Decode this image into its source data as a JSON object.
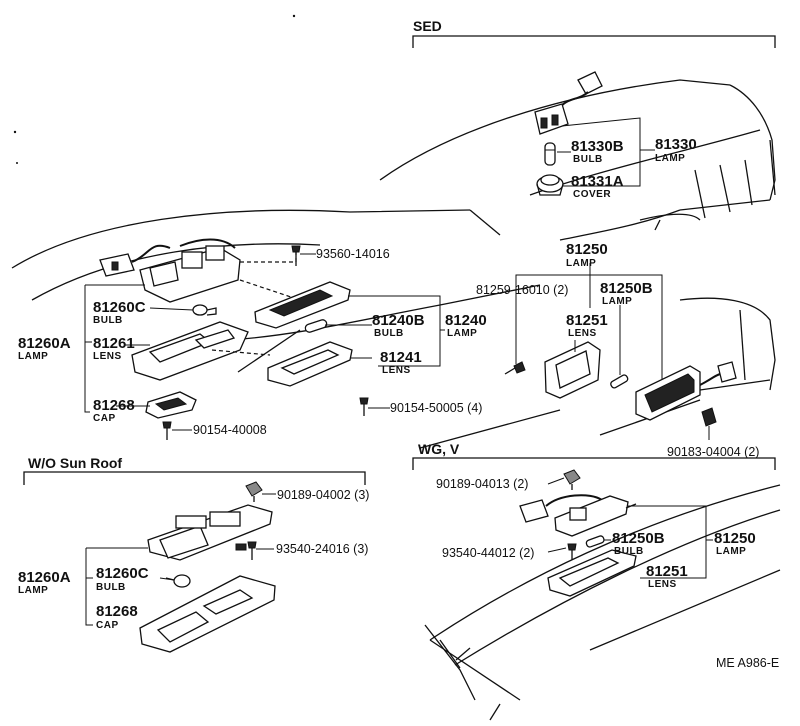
{
  "sections": {
    "sed": "SED",
    "wo_sun_roof": "W/O  Sun Roof",
    "wg_v": "WG, V"
  },
  "labels": {
    "p81330b": "81330B",
    "p81330b_sub": "BULB",
    "p81330": "81330",
    "p81330_sub": "LAMP",
    "p81331a": "81331A",
    "p81331a_sub": "COVER",
    "p93560": "93560-14016",
    "p81250_top": "81250",
    "p81250_top_sub": "LAMP",
    "p81259": "81259-16010 (2)",
    "p81250b_top": "81250B",
    "p81250b_top_sub": "LAMP",
    "p81251_top": "81251",
    "p81251_top_sub": "LENS",
    "p81260c_top": "81260C",
    "p81260c_top_sub": "BULB",
    "p81260a_top": "81260A",
    "p81260a_top_sub": "LAMP",
    "p81261": "81261",
    "p81261_sub": "LENS",
    "p81240b": "81240B",
    "p81240b_sub": "BULB",
    "p81240": "81240",
    "p81240_sub": "LAMP",
    "p81241": "81241",
    "p81241_sub": "LENS",
    "p90154_50005": "90154-50005 (4)",
    "p81268_top": "81268",
    "p81268_top_sub": "CAP",
    "p90154_40008": "90154-40008",
    "p90183": "90183-04004 (2)",
    "p90189_wg": "90189-04013 (2)",
    "p90189_wo": "90189-04002 (3)",
    "p93540_24016": "93540-24016 (3)",
    "p81260a_bot": "81260A",
    "p81260a_bot_sub": "LAMP",
    "p81260c_bot": "81260C",
    "p81260c_bot_sub": "BULB",
    "p81268_bot": "81268",
    "p81268_bot_sub": "CAP",
    "p93540_44012": "93540-44012 (2)",
    "p81250b_bot": "81250B",
    "p81250b_bot_sub": "BULB",
    "p81250_bot": "81250",
    "p81250_bot_sub": "LAMP",
    "p81251_bot": "81251",
    "p81251_bot_sub": "LENS",
    "figure_code": "ME  A986-E"
  }
}
